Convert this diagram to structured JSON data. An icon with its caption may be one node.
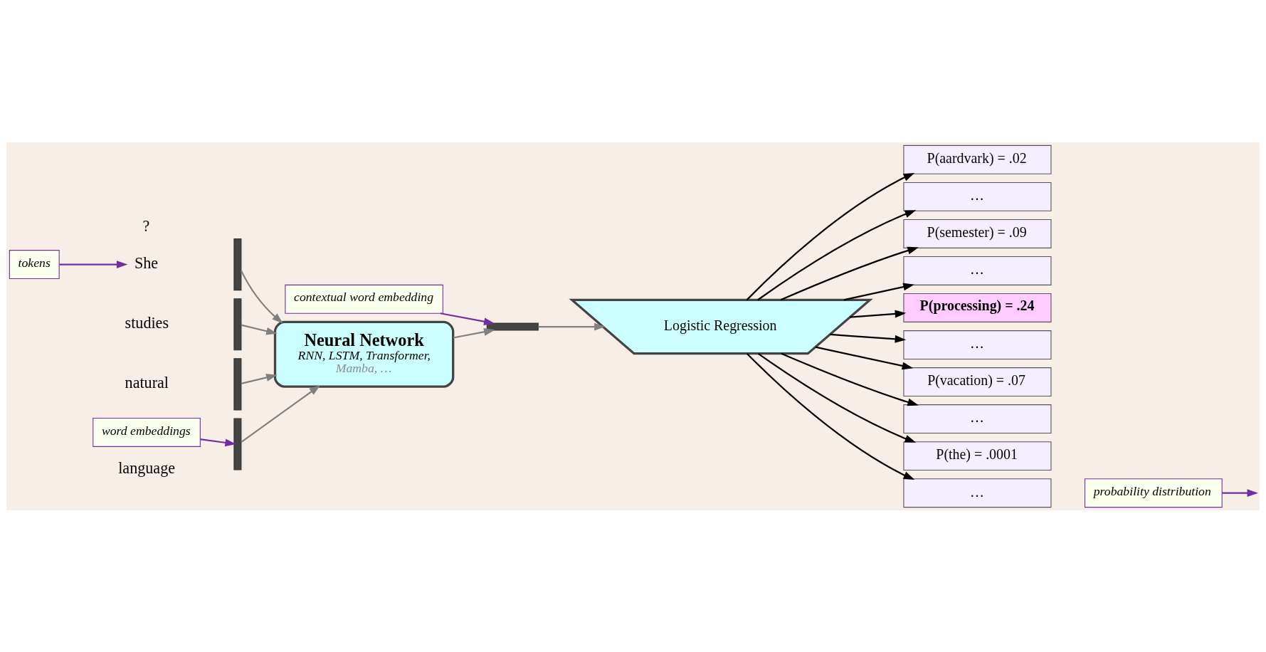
{
  "diagram": {
    "nodes": [
      {
        "text": [
          "Logistic Regression"
        ]
      },
      {
        "text": [
          "contextual word embedding"
        ]
      },
      {
        "text": [],
        "shape": "bar"
      },
      {
        "text": [
          "Neural Network",
          "RNN, LSTM, Transformer,",
          "Mamba, …"
        ]
      },
      {
        "text": [
          "tokens"
        ]
      },
      {
        "text": [],
        "shape": "bar"
      },
      {
        "text": [],
        "shape": "bar"
      },
      {
        "text": [],
        "shape": "bar"
      },
      {
        "text": [],
        "shape": "bar"
      },
      {
        "text": [
          "word embeddings"
        ]
      },
      {
        "text": [
          "She"
        ]
      },
      {
        "text": [
          "studies"
        ]
      },
      {
        "text": [
          "natural"
        ]
      },
      {
        "text": [
          "language"
        ]
      },
      {
        "text": [
          "P(aardvark) = .02"
        ]
      },
      {
        "text": [
          "…"
        ]
      },
      {
        "text": [
          "P(semester) = .09"
        ]
      },
      {
        "text": [
          "…"
        ]
      },
      {
        "text": [
          "P(processing) = .24"
        ]
      },
      {
        "text": [
          "…"
        ]
      },
      {
        "text": [
          "P(vacation) = .07"
        ]
      },
      {
        "text": [
          "…"
        ]
      },
      {
        "text": [
          "P(the) = .0001"
        ]
      },
      {
        "text": [
          "…"
        ]
      },
      {
        "text": [
          "probability distribution"
        ]
      }
    ],
    "edges": [
      {
        "from": 5,
        "to": 3,
        "arrow": "to",
        "color": "#808080"
      },
      {
        "from": 6,
        "to": 3,
        "arrow": "to",
        "color": "#808080"
      },
      {
        "from": 7,
        "to": 3,
        "arrow": "to",
        "color": "#808080"
      },
      {
        "from": 8,
        "to": 3,
        "arrow": "to",
        "color": "#808080"
      },
      {
        "from": 3,
        "to": 2,
        "arrow": "to",
        "color": "#808080"
      },
      {
        "from": 2,
        "to": 0,
        "arrow": "to",
        "color": "#808080"
      },
      {
        "from": 1,
        "to": 2,
        "arrow": "to",
        "color": "#7030a0"
      },
      {
        "from": 4,
        "to": 10,
        "arrow": "to",
        "color": "#7030a0"
      },
      {
        "from": 9,
        "to": 8,
        "arrow": "to",
        "color": "#7030a0"
      },
      {
        "from": 0,
        "to": 14,
        "arrow": "to"
      },
      {
        "from": 0,
        "to": 15,
        "arrow": "to"
      },
      {
        "from": 0,
        "to": 16,
        "arrow": "to"
      },
      {
        "from": 0,
        "to": 17,
        "arrow": "to"
      },
      {
        "from": 0,
        "to": 18,
        "arrow": "to"
      },
      {
        "from": 0,
        "to": 19,
        "arrow": "to"
      },
      {
        "from": 0,
        "to": 20,
        "arrow": "to"
      },
      {
        "from": 0,
        "to": 21,
        "arrow": "to"
      },
      {
        "from": 0,
        "to": 22,
        "arrow": "to"
      },
      {
        "from": 0,
        "to": 23,
        "arrow": "to"
      },
      {
        "from": 24,
        "to": null,
        "arrow": "to",
        "color": "#7030a0"
      }
    ],
    "labels": [
      "?"
    ]
  }
}
